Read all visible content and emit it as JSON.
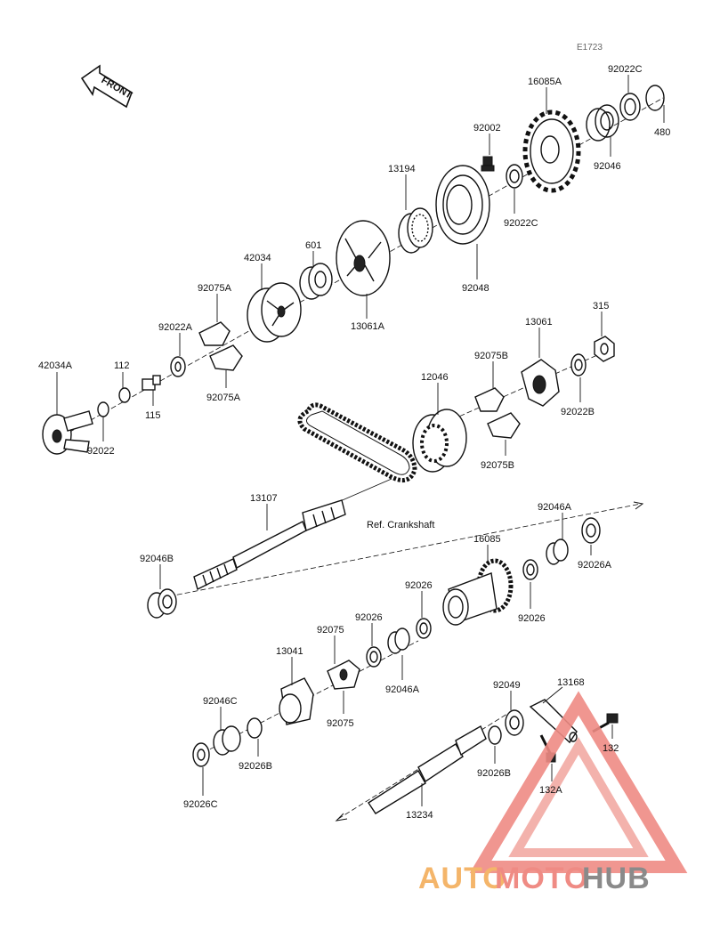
{
  "corner_code": "E1723",
  "front_label": "FRONT",
  "ref_note": "Ref. Crankshaft",
  "watermark": {
    "part1": "AUTO",
    "part2": "MOTO",
    "part3": "HUB"
  },
  "parts": [
    {
      "id": "l_92022C_top",
      "text": "92022C"
    },
    {
      "id": "l_480",
      "text": "480"
    },
    {
      "id": "l_16085A",
      "text": "16085A"
    },
    {
      "id": "l_92046",
      "text": "92046"
    },
    {
      "id": "l_92002",
      "text": "92002"
    },
    {
      "id": "l_92022C_mid",
      "text": "92022C"
    },
    {
      "id": "l_13194",
      "text": "13194"
    },
    {
      "id": "l_92048",
      "text": "92048"
    },
    {
      "id": "l_42034",
      "text": "42034"
    },
    {
      "id": "l_601",
      "text": "601"
    },
    {
      "id": "l_13061A",
      "text": "13061A"
    },
    {
      "id": "l_92075A_top",
      "text": "92075A"
    },
    {
      "id": "l_92022A",
      "text": "92022A"
    },
    {
      "id": "l_92075A_bot",
      "text": "92075A"
    },
    {
      "id": "l_42034A",
      "text": "42034A"
    },
    {
      "id": "l_112",
      "text": "112"
    },
    {
      "id": "l_115",
      "text": "115"
    },
    {
      "id": "l_92022",
      "text": "92022"
    },
    {
      "id": "l_315",
      "text": "315"
    },
    {
      "id": "l_13061",
      "text": "13061"
    },
    {
      "id": "l_92075B_top",
      "text": "92075B"
    },
    {
      "id": "l_12046",
      "text": "12046"
    },
    {
      "id": "l_92022B",
      "text": "92022B"
    },
    {
      "id": "l_92075B_bot",
      "text": "92075B"
    },
    {
      "id": "l_13107",
      "text": "13107"
    },
    {
      "id": "l_92046B",
      "text": "92046B"
    },
    {
      "id": "l_92046A_top",
      "text": "92046A"
    },
    {
      "id": "l_16085",
      "text": "16085"
    },
    {
      "id": "l_92026A",
      "text": "92026A"
    },
    {
      "id": "l_92026_a",
      "text": "92026"
    },
    {
      "id": "l_92026_b",
      "text": "92026"
    },
    {
      "id": "l_92026_c",
      "text": "92026"
    },
    {
      "id": "l_92075_top",
      "text": "92075"
    },
    {
      "id": "l_13041",
      "text": "13041"
    },
    {
      "id": "l_92046A_bot",
      "text": "92046A"
    },
    {
      "id": "l_92075_bot",
      "text": "92075"
    },
    {
      "id": "l_92046C",
      "text": "92046C"
    },
    {
      "id": "l_92026B_left",
      "text": "92026B"
    },
    {
      "id": "l_92026C",
      "text": "92026C"
    },
    {
      "id": "l_92049",
      "text": "92049"
    },
    {
      "id": "l_13168",
      "text": "13168"
    },
    {
      "id": "l_132",
      "text": "132"
    },
    {
      "id": "l_92026B_right",
      "text": "92026B"
    },
    {
      "id": "l_132A",
      "text": "132A"
    },
    {
      "id": "l_13234",
      "text": "13234"
    }
  ]
}
